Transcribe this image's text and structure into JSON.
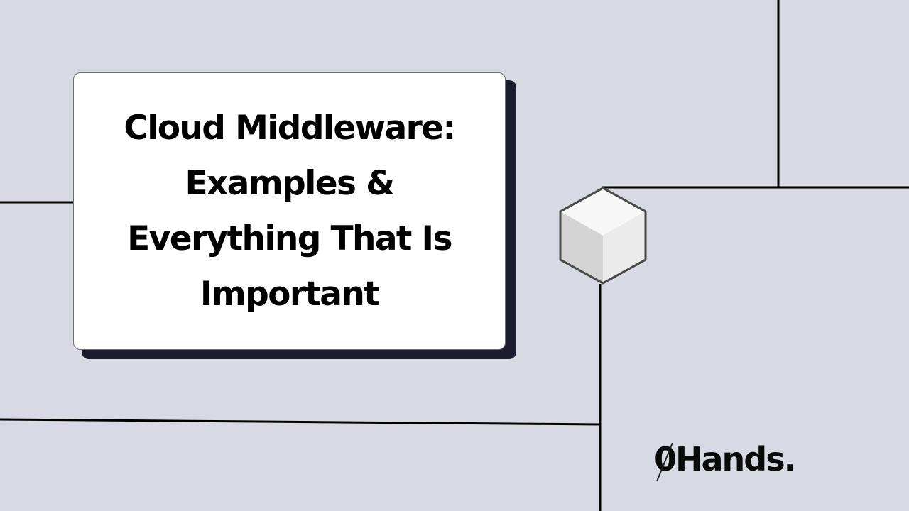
{
  "card": {
    "title_lines": [
      "Cloud Middleware:",
      "Examples &",
      "Everything That Is",
      "Important"
    ]
  },
  "logo": {
    "zero": "0",
    "word": "Hands",
    "dot": "."
  },
  "colors": {
    "background": "#d7dae2",
    "card_background": "#ffffff",
    "card_shadow": "#1b1c2e",
    "line": "#000000",
    "cube_outline": "#4a4a4a"
  },
  "icons": {
    "cube": "isometric-cube-icon"
  }
}
